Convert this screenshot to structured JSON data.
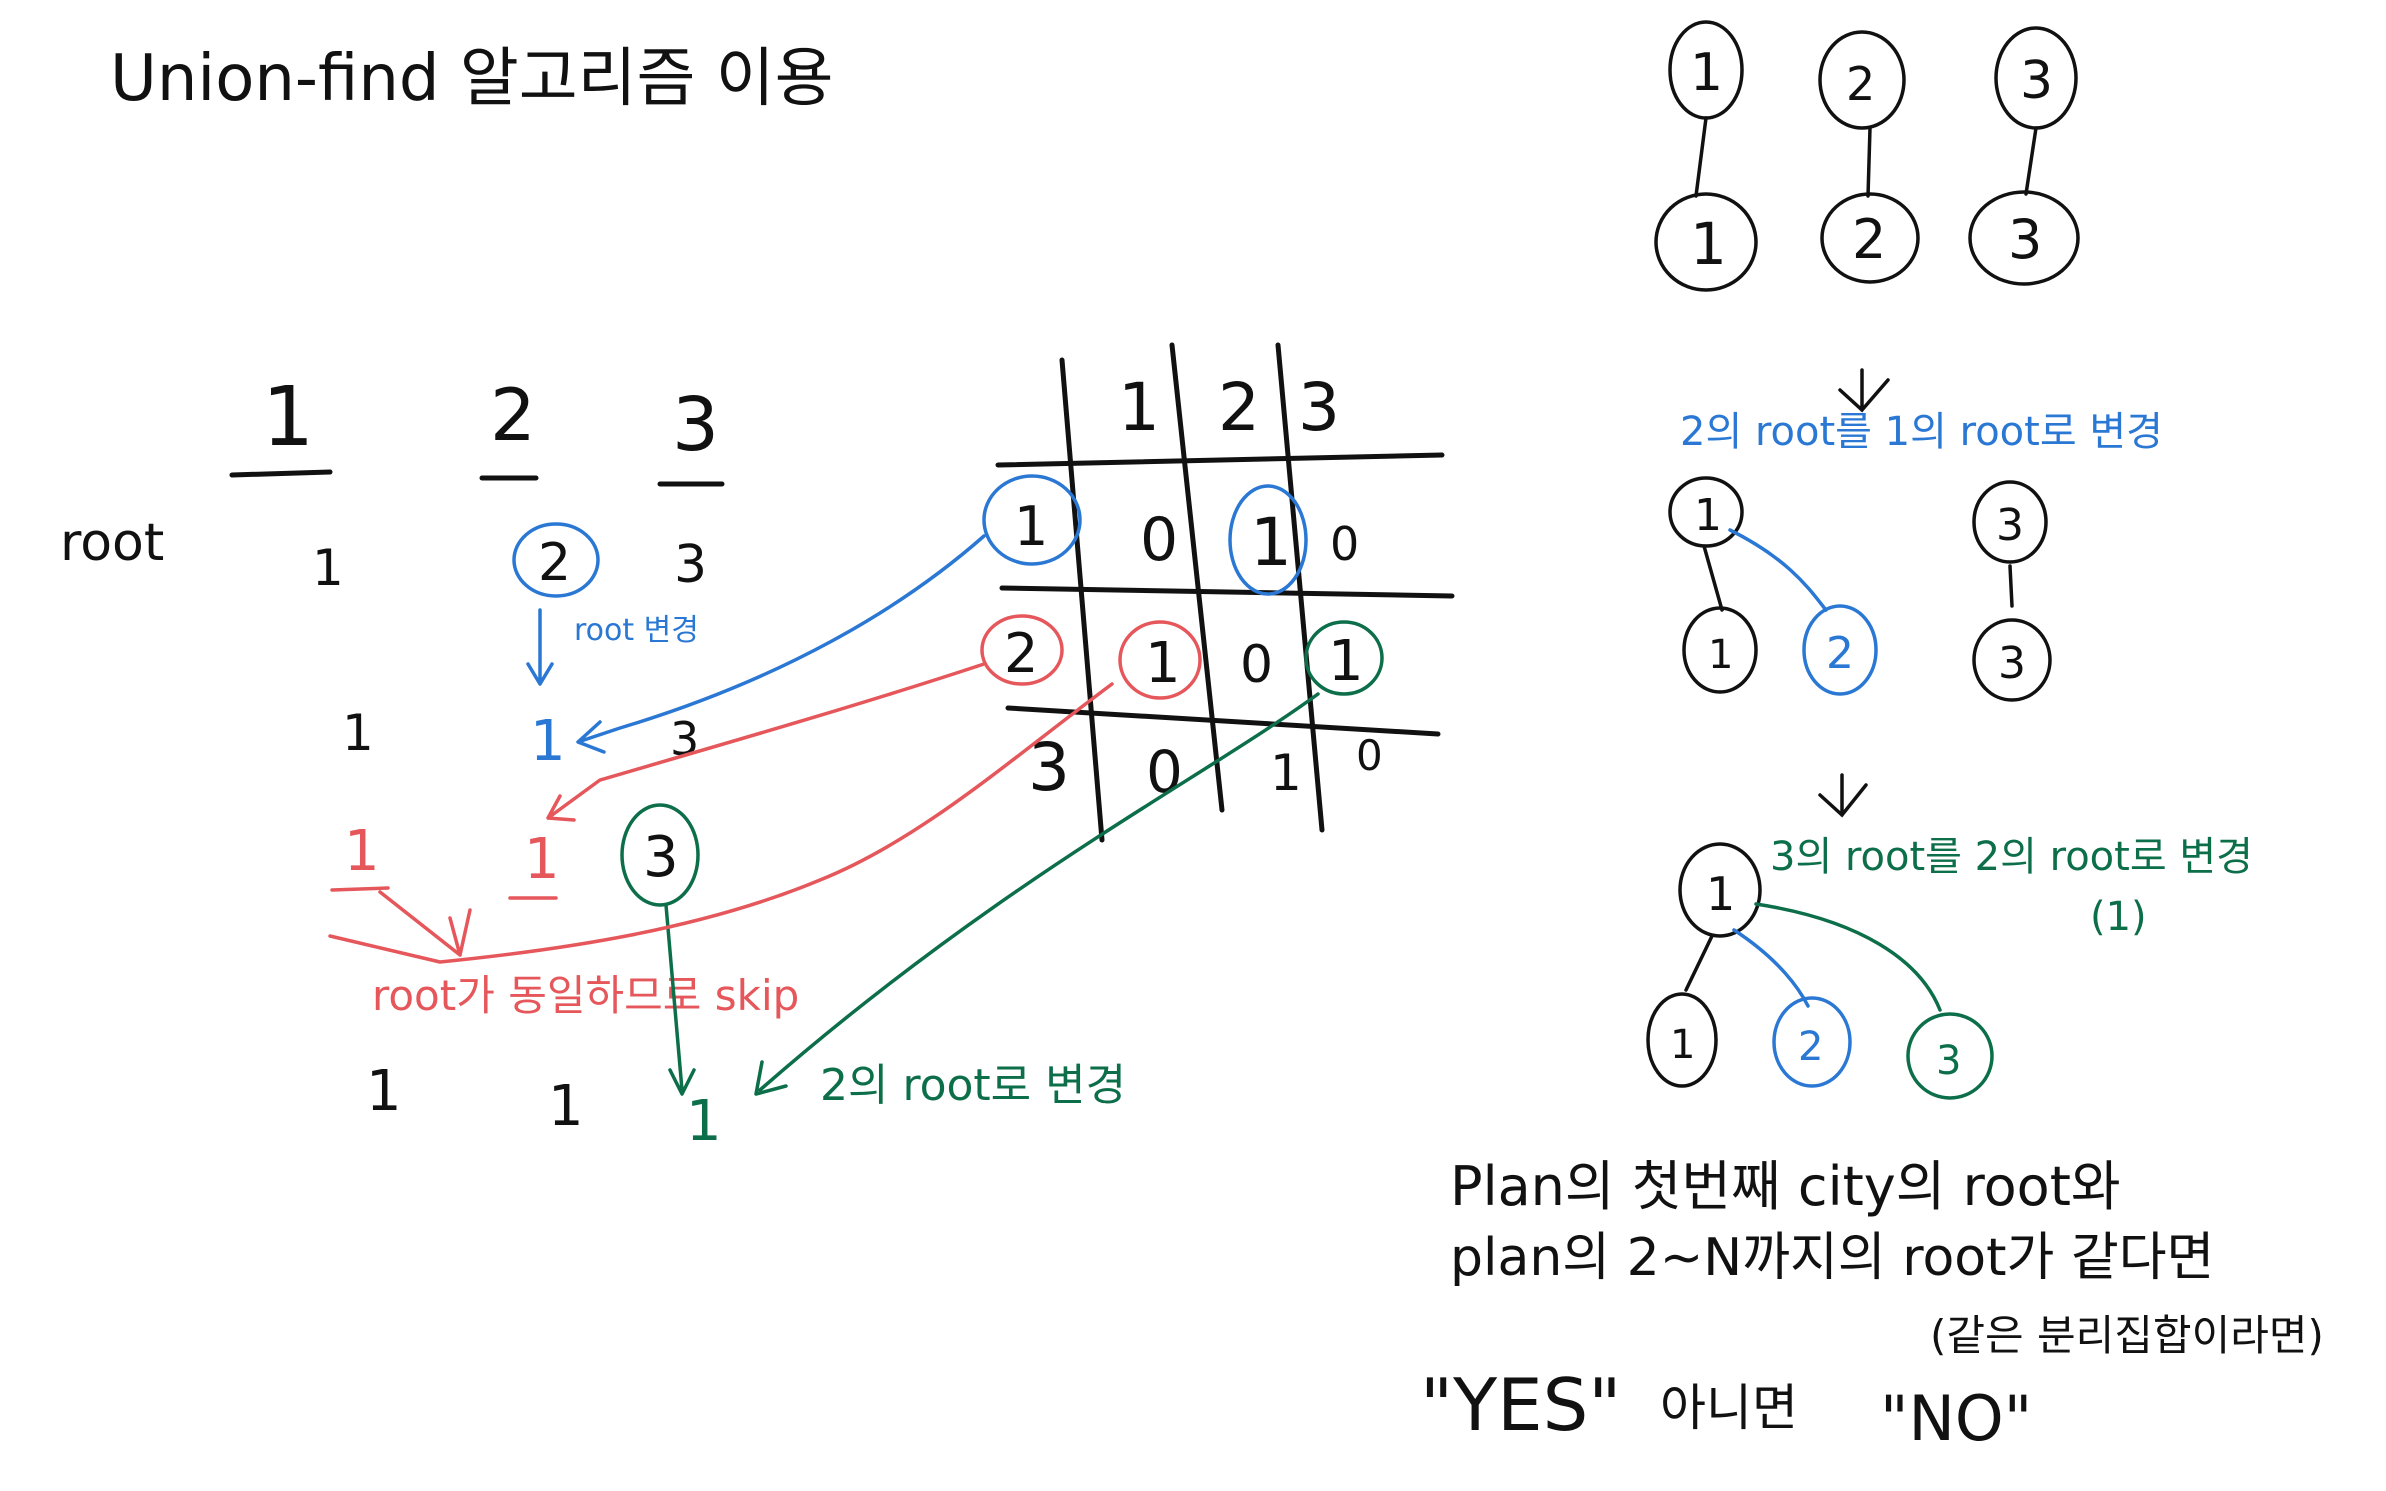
{
  "title": "Union-find 알고리즘 이용",
  "root_table": {
    "headers": [
      "1",
      "2",
      "3"
    ],
    "row_label": "root",
    "step0": [
      "1",
      "2",
      "3"
    ],
    "step0_note": "root 변경",
    "step1": [
      "1",
      "1",
      "3"
    ],
    "step2": [
      "1",
      "1",
      "3"
    ],
    "skip_note": "root가 동일하므로 skip",
    "step3": [
      "1",
      "1",
      "1"
    ],
    "step3_note": "2의 root로 변경"
  },
  "matrix": {
    "col_headers": [
      "1",
      "2",
      "3"
    ],
    "row_headers": [
      "1",
      "2",
      "3"
    ],
    "cells": [
      [
        "0",
        "1",
        "0"
      ],
      [
        "1",
        "0",
        "1"
      ],
      [
        "0",
        "1",
        "0"
      ]
    ]
  },
  "trees": {
    "initial": {
      "roots": [
        "1",
        "2",
        "3"
      ],
      "children": [
        "1",
        "2",
        "3"
      ]
    },
    "label1": "2의 root를 1의 root로 변경",
    "state1": {
      "root_a": "1",
      "children_a": [
        "1",
        "2"
      ],
      "root_b": "3",
      "children_b": [
        "3"
      ]
    },
    "label2": "3의 root를 2의 root로 변경",
    "label2_sub": "(1)",
    "state2": {
      "root": "1",
      "children": [
        "1",
        "2",
        "3"
      ]
    }
  },
  "conclusion": {
    "line1": "Plan의 첫번째 city의 root와",
    "line2": "plan의 2~N까지의 root가 같다면",
    "line3": "(같은 분리집합이라면)",
    "line4_yes": "\"YES\"",
    "line4_mid": "아니면",
    "line4_no": "\"NO\""
  },
  "colors": {
    "ink": "#111111",
    "blue": "#2a78d4",
    "red": "#e5575b",
    "green": "#0d6e4a"
  }
}
